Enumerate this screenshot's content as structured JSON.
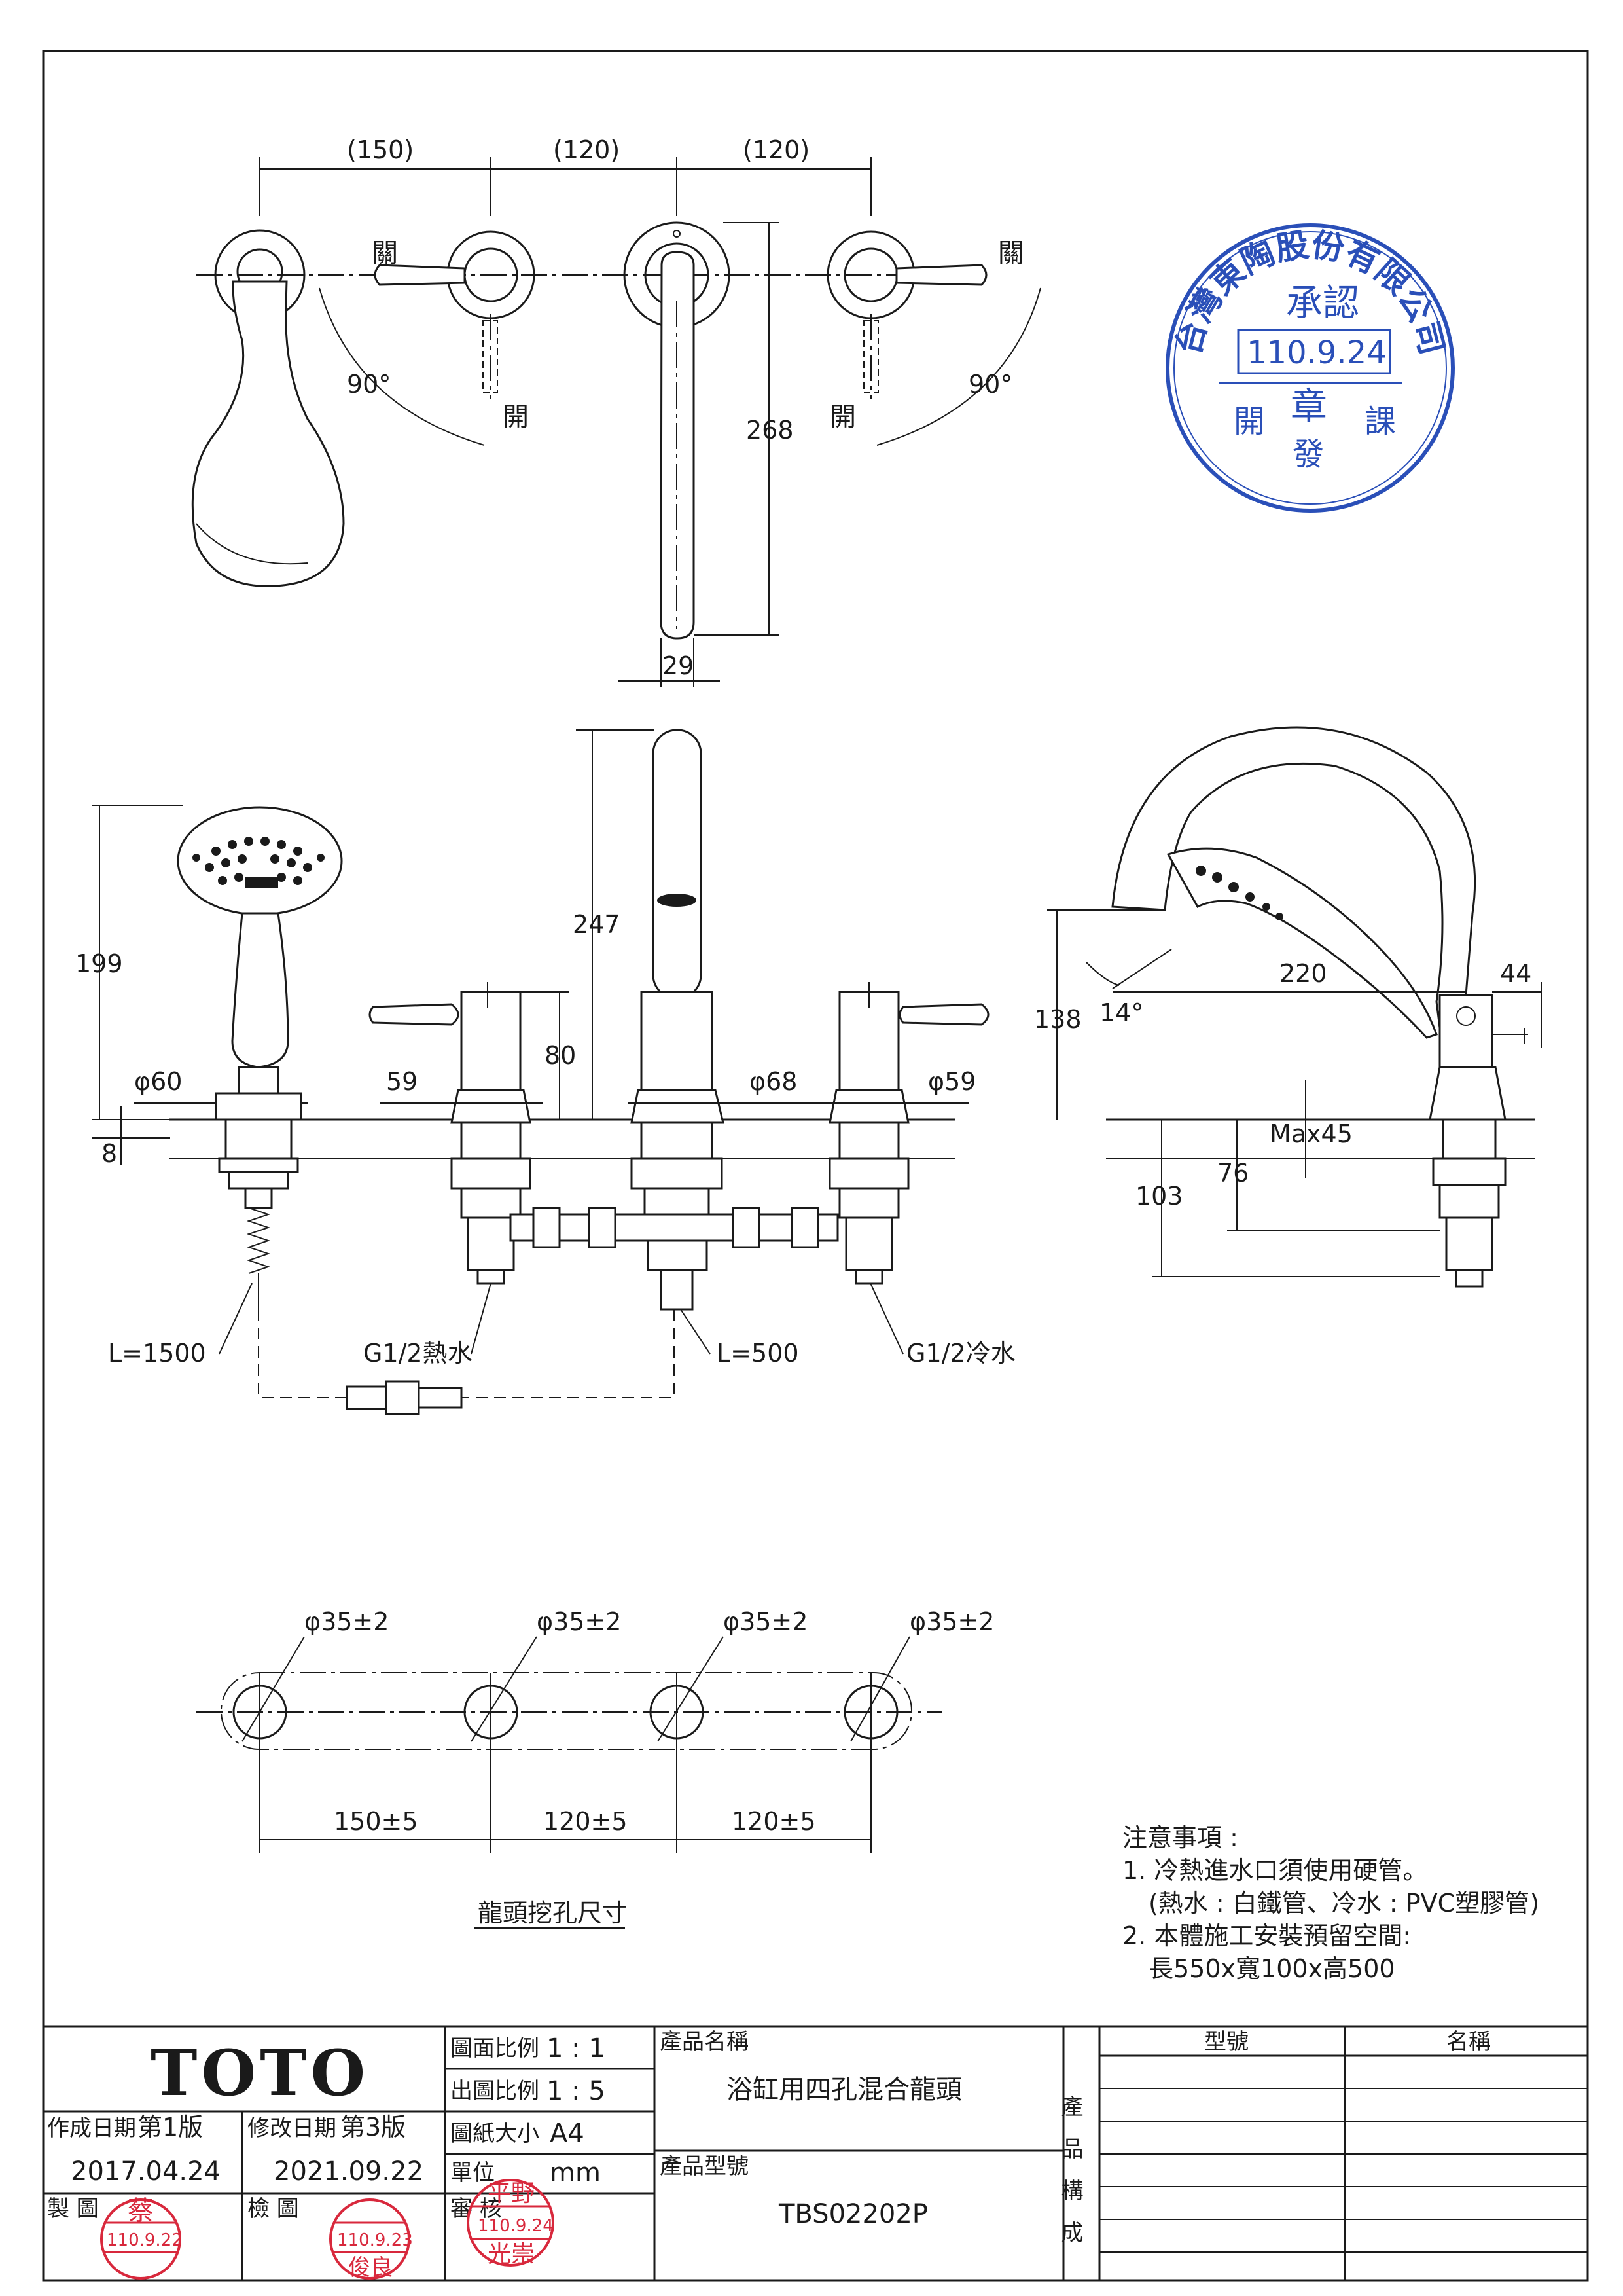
{
  "top_view": {
    "dim_150": "(150)",
    "dim_120a": "(120)",
    "dim_120b": "(120)",
    "close_left": "關",
    "close_right": "關",
    "open_left": "開",
    "open_right": "開",
    "angle_left": "90°",
    "angle_right": "90°",
    "dim_268": "268",
    "dim_29": "29"
  },
  "front_view": {
    "dim_199": "199",
    "dim_8": "8",
    "dim_phi60": "φ60",
    "dim_59a": "59",
    "dim_80": "80",
    "dim_247": "247",
    "dim_phi68": "φ68",
    "dim_phi59": "φ59",
    "label_l1500": "L=1500",
    "label_hot": "G1/2熱水",
    "label_l500": "L=500",
    "label_cold": "G1/2冷水"
  },
  "side_view": {
    "dim_220": "220",
    "dim_44": "44",
    "dim_138": "138",
    "angle_14": "14°",
    "dim_max45": "Max45",
    "dim_76": "76",
    "dim_103": "103"
  },
  "hole_layout": {
    "hole_dia": [
      "φ35±2",
      "φ35±2",
      "φ35±2",
      "φ35±2"
    ],
    "spacing": [
      "150±5",
      "120±5",
      "120±5"
    ],
    "caption": "龍頭挖孔尺寸"
  },
  "notes": {
    "title": "注意事項 :",
    "line1": "1. 冷熱進水口須使用硬管。",
    "line2": "(熱水 : 白鐵管、冷水 : PVC塑膠管)",
    "line3": "2. 本體施工安裝預留空間:",
    "line4": "長550x寬100x高500"
  },
  "approval_stamp": {
    "ring_text": "台灣東陶股份有限公司",
    "center_top": "承認",
    "date": "110.9.24",
    "center_bottom": "章",
    "bottom_left": "開",
    "bottom_mid": "發",
    "bottom_right": "課"
  },
  "title_block": {
    "brand": "TOTO",
    "created_label": "作成日期",
    "created_version": "第1版",
    "created_date": "2017.04.24",
    "revised_label": "修改日期",
    "revised_version": "第3版",
    "revised_date": "2021.09.22",
    "drawn_label": "製 圖",
    "checked_label": "檢 圖",
    "review_label": "審 核",
    "scale_label": "圖面比例",
    "scale_value": "1 : 1",
    "out_scale_label": "出圖比例",
    "out_scale_value": "1 : 5",
    "paper_label": "圖紙大小",
    "paper_value": "A4",
    "unit_label": "單位",
    "unit_value": "mm",
    "product_name_label": "產品名稱",
    "product_name": "浴缸用四孔混合龍頭",
    "product_model_label": "產品型號",
    "product_model": "TBS02202P",
    "composition_label": "產品構成",
    "model_col": "型號",
    "name_col": "名稱",
    "stamp_drawn_name": "蔡",
    "stamp_drawn_date": "110.9.22",
    "stamp_check_date": "110.9.23",
    "stamp_check_name": "俊良",
    "stamp_review_name": "平野",
    "stamp_review_date": "110.9.24",
    "stamp_review_name2": "光崇"
  }
}
